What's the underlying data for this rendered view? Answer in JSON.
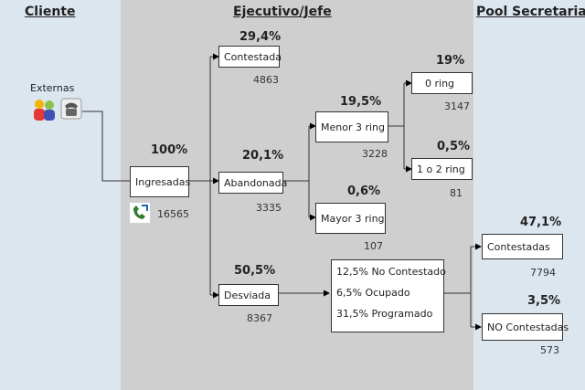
{
  "lanes": {
    "left": "Cliente",
    "middle": "Ejecutivo/Jefe",
    "right": "Pool Secretarias"
  },
  "externas": "Externas",
  "nodes": {
    "ingresadas": {
      "label": "Ingresadas",
      "pct": "100%",
      "count": "16565"
    },
    "contestada": {
      "label": "Contestada",
      "pct": "29,4%",
      "count": "4863"
    },
    "abandonada": {
      "label": "Abandonada",
      "pct": "20,1%",
      "count": "3335"
    },
    "desviada": {
      "label": "Desviada",
      "pct": "50,5%",
      "count": "8367"
    },
    "menor3": {
      "label": "Menor 3 ring",
      "pct": "19,5%",
      "count": "3228"
    },
    "mayor3": {
      "label": "Mayor 3 ring",
      "pct": "0,6%",
      "count": "107"
    },
    "ring0": {
      "label": "0 ring",
      "pct": "19%",
      "count": "3147"
    },
    "ring12": {
      "label": "1 o 2 ring",
      "pct": "0,5%",
      "count": "81"
    },
    "contestadas": {
      "label": "Contestadas",
      "pct": "47,1%",
      "count": "7794"
    },
    "no_contestadas": {
      "label": "NO Contestadas",
      "pct": "3,5%",
      "count": "573"
    }
  },
  "desvio_detail": [
    "12,5% No Contestado",
    "6,5% Ocupado",
    "31,5% Programado"
  ],
  "icons": [
    "people-icon",
    "telephone-icon",
    "phone-call-icon"
  ]
}
